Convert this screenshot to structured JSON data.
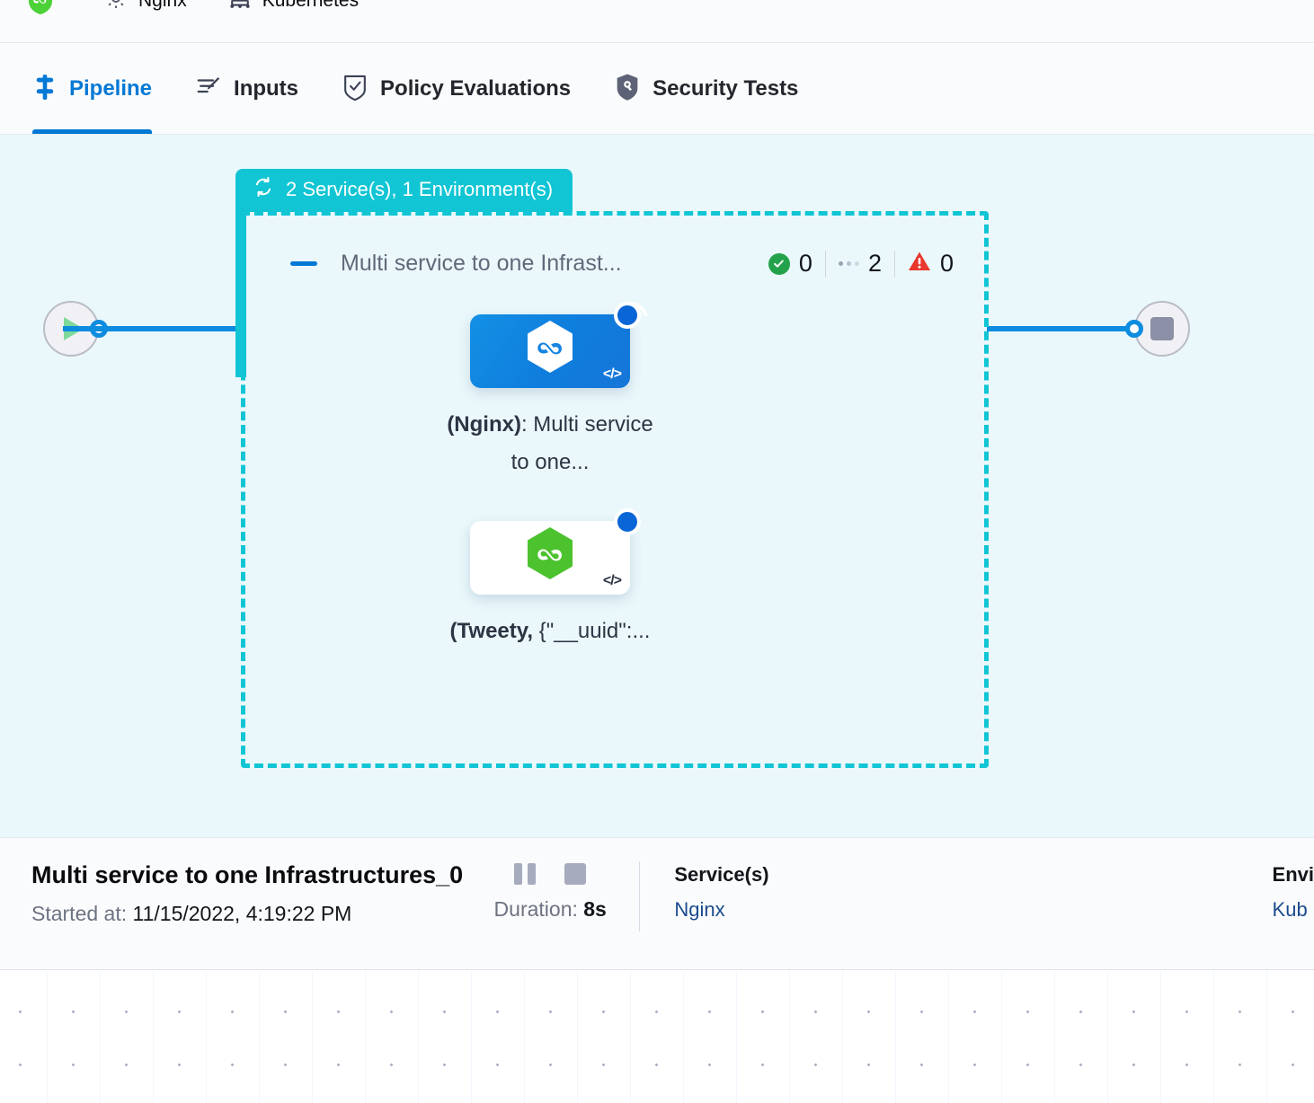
{
  "breadcrumb": {
    "items": [
      {
        "icon": "shield-hexagon-logo-icon",
        "label": ""
      },
      {
        "icon": "gear-icon",
        "label": "Nginx"
      },
      {
        "icon": "kubernetes-icon",
        "label": "Kubernetes"
      }
    ]
  },
  "tabs": [
    {
      "id": "pipeline",
      "label": "Pipeline",
      "icon": "pipeline-icon",
      "active": true
    },
    {
      "id": "inputs",
      "label": "Inputs",
      "icon": "inputs-icon",
      "active": false
    },
    {
      "id": "policy-evaluations",
      "label": "Policy Evaluations",
      "icon": "policy-shield-check-icon",
      "active": false
    },
    {
      "id": "security-tests",
      "label": "Security Tests",
      "icon": "security-shield-icon",
      "active": false
    }
  ],
  "canvas": {
    "group": {
      "header_label": "2 Service(s), 1 Environment(s)",
      "header_icon": "loop-repeat-icon",
      "header_color": "#11c5d4",
      "title": "Multi service to one Infrast...",
      "collapse_icon": "collapse-dash-icon",
      "stats": {
        "success_count": "0",
        "running_count": "2",
        "failed_count": "0"
      }
    },
    "nodes": [
      {
        "id": "node-nginx",
        "label_bold": "(Nginx)",
        "label_rest": ": Multi service to one...",
        "logo": "harness-hexagon-blue-icon",
        "logo_color": "#ffffff",
        "card_style": "selected",
        "corner_icon": "code-icon",
        "status": "running"
      },
      {
        "id": "node-tweety",
        "label_bold": "(Tweety,",
        "label_rest": "{\"__uuid\":...",
        "logo": "harness-hexagon-green-icon",
        "logo_color": "#4caf2f",
        "card_style": "plain",
        "corner_icon": "code-icon",
        "status": "running"
      }
    ],
    "start_node": {
      "icon": "play-icon",
      "name": "pipeline-start"
    },
    "end_node": {
      "icon": "stop-square-icon",
      "name": "pipeline-end"
    }
  },
  "details": {
    "title": "Multi service to one Infrastructures_0",
    "started_label": "Started at:",
    "started_value": "11/15/2022, 4:19:22 PM",
    "controls": {
      "pause_icon": "pause-icon",
      "stop_icon": "stop-icon"
    },
    "duration_label": "Duration:",
    "duration_value": "8s",
    "services": {
      "heading": "Service(s)",
      "values": [
        "Nginx"
      ]
    },
    "environments": {
      "heading": "Envi",
      "values": [
        "Kub"
      ]
    }
  }
}
